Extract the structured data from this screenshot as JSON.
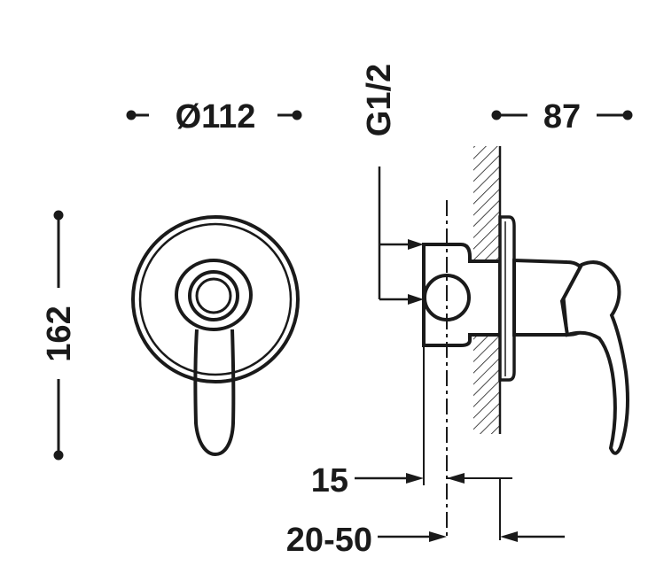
{
  "dimensions": {
    "diameter": "Ø112",
    "depth": "87",
    "thread": "G1/2",
    "height": "162",
    "offset": "15",
    "range": "20-50"
  },
  "colors": {
    "ink": "#1a1a1a",
    "background": "#ffffff"
  }
}
